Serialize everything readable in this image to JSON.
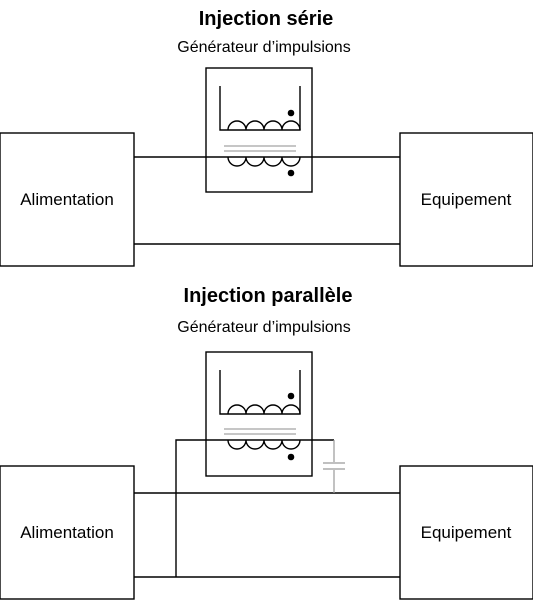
{
  "series_section": {
    "title": "Injection série",
    "generator_label": "Générateur d’impulsions",
    "left_box_label": "Alimentation",
    "right_box_label": "Equipement"
  },
  "parallel_section": {
    "title": "Injection parallèle",
    "generator_label": "Générateur d’impulsions",
    "left_box_label": "Alimentation",
    "right_box_label": "Equipement"
  },
  "colors": {
    "line": "#000000",
    "core": "#8c8c8c",
    "capacitor": "#9a9a9a"
  }
}
